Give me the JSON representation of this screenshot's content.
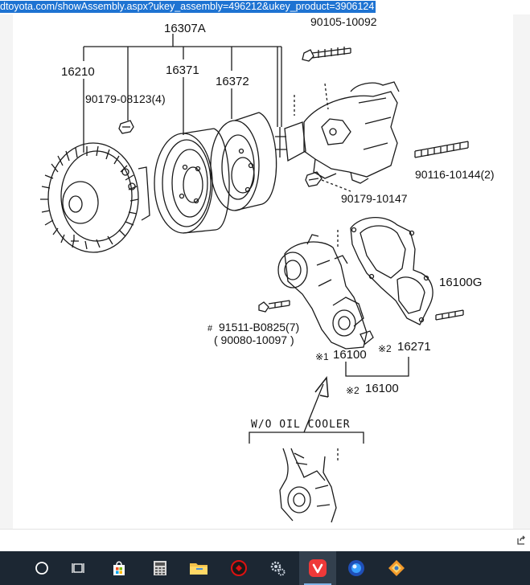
{
  "browser": {
    "url": "dtoyota.com/showAssembly.aspx?ukey_assembly=496212&ukey_product=3906124"
  },
  "diagram": {
    "labels": {
      "assembly": "16307A",
      "fan_clutch": "16210",
      "pulley1": "16371",
      "pulley2": "16372",
      "nut1": "90179-08123(4)",
      "bolt_top": "90105-10092",
      "stud1": "90116-10144(2)",
      "nut2": "90179-10147",
      "stud2": "16100G",
      "hash": "#",
      "bolt_side": "91511-B0825(7)",
      "bolt_alt": "( 90080-10097 )",
      "mark1": "※1",
      "pump1": "16100",
      "mark2": "※2",
      "gasket": "16271",
      "mark3": "※2",
      "pump2": "16100",
      "caption": "W/O OIL COOLER"
    }
  },
  "taskbar": {
    "items": [
      {
        "name": "cortana",
        "icon": "circle-icon"
      },
      {
        "name": "task-view",
        "icon": "task-view-icon"
      },
      {
        "name": "store",
        "icon": "store-bag-icon"
      },
      {
        "name": "calculator",
        "icon": "calculator-icon"
      },
      {
        "name": "file-explorer",
        "icon": "folder-icon"
      },
      {
        "name": "security",
        "icon": "red-shield-icon"
      },
      {
        "name": "settings",
        "icon": "gear-icon"
      },
      {
        "name": "vivaldi",
        "icon": "vivaldi-icon"
      },
      {
        "name": "media-app",
        "icon": "blue-orb-icon"
      },
      {
        "name": "image-editor",
        "icon": "photo-editor-icon"
      }
    ],
    "active": "vivaldi",
    "colors": {
      "bar": "#1c2733",
      "active": "#33404e",
      "vivaldi": "#ef3939"
    }
  }
}
